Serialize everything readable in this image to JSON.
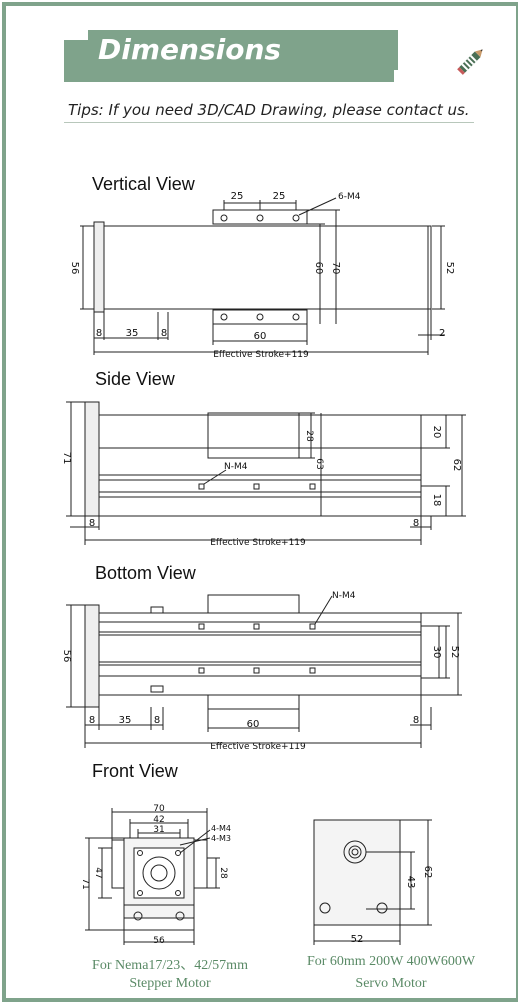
{
  "header": {
    "title": "Dimensions",
    "icon": "pencil-icon"
  },
  "tips": "Tips: If you need 3D/CAD Drawing, please contact us.",
  "vertical_view": {
    "title": "Vertical View",
    "dims": {
      "d25a": "25",
      "d25b": "25",
      "holes": "6-M4",
      "d56": "56",
      "d60v": "60",
      "d70": "70",
      "d52": "52",
      "d8a": "8",
      "d35": "35",
      "d8b": "8",
      "d60h": "60",
      "d2": "2",
      "stroke": "Effective Stroke+119"
    }
  },
  "side_view": {
    "title": "Side View",
    "dims": {
      "d71": "71",
      "d28": "28",
      "d63": "63",
      "nm4": "N-M4",
      "d20": "20",
      "d62": "62",
      "d18": "18",
      "d8a": "8",
      "d8b": "8",
      "stroke": "Effective Stroke+119"
    }
  },
  "bottom_view": {
    "title": "Bottom View",
    "dims": {
      "nm4": "N-M4",
      "d56": "56",
      "d30": "30",
      "d52": "52",
      "d8a": "8",
      "d35": "35",
      "d8b": "8",
      "d60": "60",
      "d8c": "8",
      "stroke": "Effective Stroke+119"
    }
  },
  "front_view": {
    "title": "Front View",
    "stepper": {
      "d70": "70",
      "d42": "42",
      "d31": "31",
      "m4": "4-M4",
      "m3": "4-M3",
      "d71": "71",
      "d47": "47",
      "d28": "28",
      "d56": "56",
      "caption1": "For Nema17/23、42/57mm",
      "caption2": "Stepper Motor"
    },
    "servo": {
      "d62": "62",
      "d43": "43",
      "d52": "52",
      "caption1": "For 60mm 200W 400W600W",
      "caption2": "Servo Motor"
    }
  }
}
